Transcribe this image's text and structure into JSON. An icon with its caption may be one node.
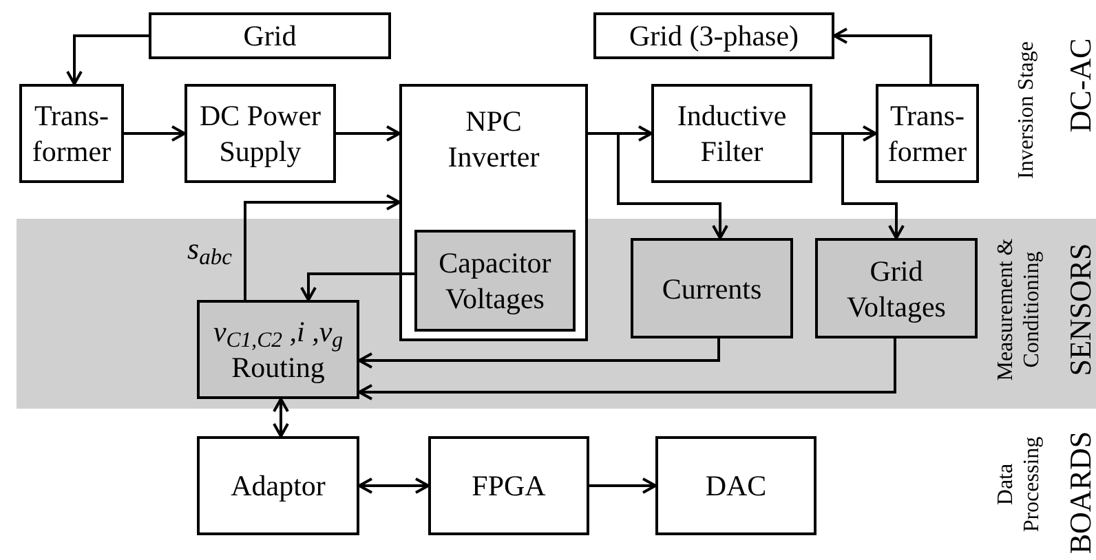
{
  "diagram": {
    "nodes": [
      {
        "text": [
          "Grid"
        ]
      },
      {
        "text": [
          "Trans- former"
        ]
      },
      {
        "text": [
          "DC Power Supply"
        ]
      },
      {
        "text": [
          "NPC Inverter"
        ]
      },
      {
        "text": [
          "Capacitor Voltages"
        ],
        "in": 3
      },
      {
        "text": [
          "Inductive Filter"
        ]
      },
      {
        "text": [
          "Trans- former"
        ]
      },
      {
        "text": [
          "Grid (3-phase)"
        ]
      },
      {
        "text": [
          "Currents"
        ]
      },
      {
        "text": [
          "Grid Voltages"
        ]
      },
      {
        "text": [
          "v$_{C1,C2}$ ,i ,v$_{g}$",
          "Routing"
        ]
      },
      {
        "text": [
          "Adaptor"
        ]
      },
      {
        "text": [
          "FPGA"
        ]
      },
      {
        "text": [
          "DAC"
        ]
      }
    ],
    "edges": [
      {
        "from": 0,
        "to": 1,
        "arrow": "to"
      },
      {
        "from": 1,
        "to": 2,
        "arrow": "to"
      },
      {
        "from": 2,
        "to": 3,
        "arrow": "to"
      },
      {
        "from": 3,
        "to": 5,
        "arrow": "to"
      },
      {
        "from": 3,
        "to": 8,
        "arrow": "to"
      },
      {
        "from": 5,
        "to": 6,
        "arrow": "to"
      },
      {
        "from": 5,
        "to": 9,
        "arrow": "to"
      },
      {
        "from": 6,
        "to": 7,
        "arrow": "to"
      },
      {
        "from": 10,
        "to": 3,
        "arrow": "to",
        "label": "s$_{abc}$"
      },
      {
        "from": 4,
        "to": 10,
        "arrow": "to"
      },
      {
        "from": 8,
        "to": 10,
        "arrow": "to"
      },
      {
        "from": 9,
        "to": 10,
        "arrow": "to"
      },
      {
        "from": 10,
        "to": 11,
        "arrow": "both"
      },
      {
        "from": 11,
        "to": 12,
        "arrow": "both"
      },
      {
        "from": 12,
        "to": 13,
        "arrow": "to"
      }
    ],
    "labels": [
      "Inversion Stage",
      "DC-AC",
      "Measurement & Conditioning",
      "SENSORS",
      "Data Processing",
      "BOARDS"
    ]
  }
}
